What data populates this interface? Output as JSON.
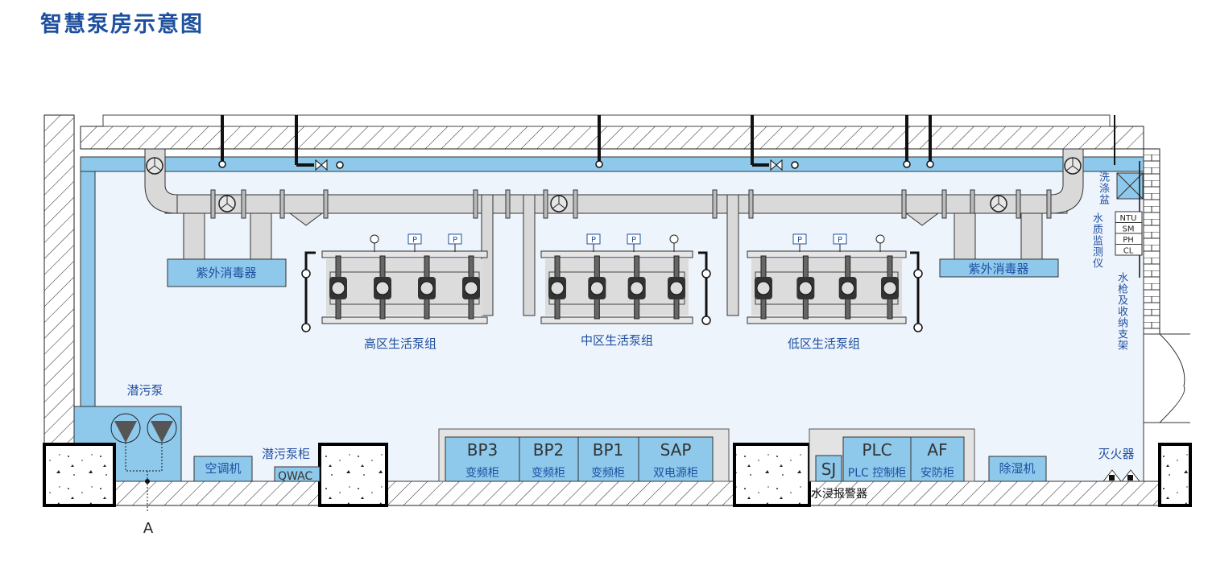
{
  "title": "智慧泵房示意图",
  "equipment": {
    "uv_left": "紫外消毒器",
    "uv_right": "紫外消毒器",
    "pump_high": "高区生活泵组",
    "pump_mid": "中区生活泵组",
    "pump_low": "低区生活泵组",
    "sewage_pump": "潜污泵",
    "sewage_cabinet": "潜污泵柜",
    "sewage_cabinet_code": "QWAC",
    "air_conditioner": "空调机",
    "dehumidifier": "除湿机",
    "extinguisher": "灭火器",
    "water_alarm": "水浸报警器",
    "water_alarm_code": "SJ",
    "sink": "洗涤盆",
    "water_quality": "水质监测仪",
    "hose_rack": "水枪及收纳支架",
    "section_mark": "A"
  },
  "water_quality_params": [
    "NTU",
    "SM",
    "PH",
    "CL"
  ],
  "cabinets": [
    {
      "code": "BP3",
      "name": "变频柜"
    },
    {
      "code": "BP2",
      "name": "变频柜"
    },
    {
      "code": "BP1",
      "name": "变频柜"
    },
    {
      "code": "SAP",
      "name": "双电源柜"
    },
    {
      "code": "PLC",
      "name": "PLC 控制柜"
    },
    {
      "code": "AF",
      "name": "安防柜"
    }
  ],
  "gauge_symbol": "P",
  "colors": {
    "title": "#1d4f9e",
    "blue": "#8ec9ec",
    "room": "#eef4fc",
    "pipe": "#d9d9d9"
  }
}
